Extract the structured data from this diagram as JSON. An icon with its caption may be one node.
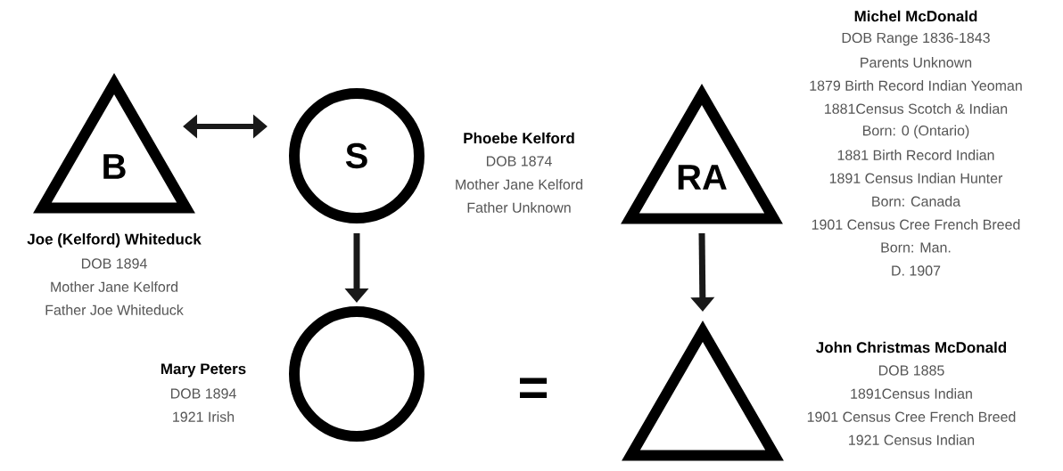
{
  "diagram": {
    "nodes": [
      {
        "text": [
          "B"
        ],
        "beside": [
          "Joe (Kelford) Whiteduck",
          "DOB 1894",
          "Mother Jane Kelford",
          "Father Joe Whiteduck"
        ]
      },
      {
        "text": [
          "S"
        ],
        "beside": [
          "Phoebe Kelford",
          "DOB 1874",
          "Mother Jane Kelford",
          "Father Unknown"
        ]
      },
      {
        "text": [
          "RA"
        ],
        "beside": [
          "Michel McDonald",
          "DOB Range 1836-1843",
          "Parents Unknown",
          "1879 Birth Record Indian Yeoman",
          "1881Census Scotch & Indian",
          "Born: 0 (Ontario)",
          "1881 Birth Record Indian",
          "1891 Census Indian Hunter",
          "Born: Canada",
          "1901 Census Cree French Breed",
          "Born: Man.",
          "D. 1907"
        ]
      },
      {
        "text": [],
        "shape": "circle",
        "beside": [
          "Mary Peters",
          "DOB 1894",
          "1921 Irish"
        ]
      },
      {
        "text": [],
        "shape": "triangle",
        "beside": [
          "John Christmas McDonald",
          "DOB 1885",
          "1891Census Indian",
          "1901 Census Cree French Breed",
          "1921 Census Indian"
        ]
      }
    ],
    "edges": [
      {
        "from": 0,
        "to": 1,
        "arrow": "both"
      },
      {
        "from": 1,
        "to": 3,
        "arrow": "to"
      },
      {
        "from": 2,
        "to": 4,
        "arrow": "to"
      }
    ],
    "labels": [
      "="
    ]
  }
}
